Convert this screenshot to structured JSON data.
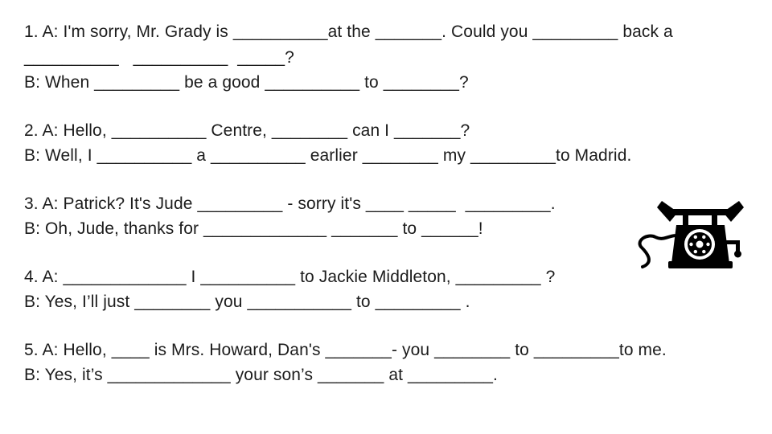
{
  "page": {
    "background": "#ffffff",
    "ink_color": "#1c1c1c",
    "phone_color": "#000000"
  },
  "images": {
    "telephone_icon": "vintage-rotary-telephone-with-curly-cord"
  },
  "dialogues": [
    {
      "number": "1",
      "lines": [
        "1. A: I'm sorry, Mr. Grady is __________at the _______. Could you _________ back a",
        "__________   __________  _____?",
        "B: When _________ be a good __________ to ________?"
      ]
    },
    {
      "number": "2",
      "lines": [
        "2. A: Hello, __________ Centre, ________ can I _______?",
        "B: Well, I __________ a __________ earlier ________ my _________to Madrid."
      ]
    },
    {
      "number": "3",
      "lines": [
        "3. A: Patrick? It's Jude _________ - sorry it's ____ _____  _________.",
        "B: Oh, Jude, thanks for _____________ _______ to ______!"
      ]
    },
    {
      "number": "4",
      "lines": [
        "4. A: _____________ I __________ to Jackie Middleton, _________ ?",
        "B: Yes, I’ll just ________ you ___________ to _________ ."
      ]
    },
    {
      "number": "5",
      "lines": [
        "5. A: Hello, ____ is Mrs. Howard, Dan's _______- you ________ to _________to me.",
        "B: Yes, it’s _____________ your son’s _______ at _________."
      ]
    }
  ]
}
